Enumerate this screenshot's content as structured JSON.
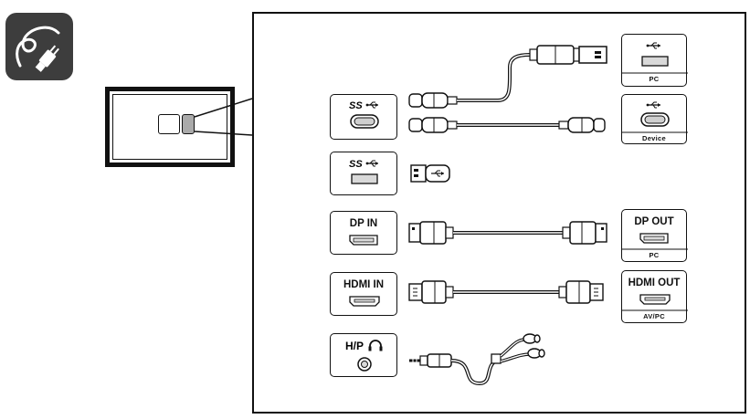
{
  "icons": {
    "cable_badge": "cable-plug-icon",
    "usb": "usb-trident-icon",
    "superspeed_usb": "superspeed-usb-icon",
    "headphone": "headphone-icon"
  },
  "colors": {
    "badge_background": "#3d3d3d",
    "line": "#111111",
    "port_fill": "#d9d9d9"
  },
  "ports": {
    "usb_c_in": {
      "logo": "SS"
    },
    "usb_a_in": {
      "logo": "SS"
    },
    "dp_in": {
      "label": "DP IN"
    },
    "hdmi_in": {
      "label": "HDMI IN"
    },
    "headphone": {
      "label": "H/P"
    }
  },
  "devices": {
    "pc_usb": {
      "sublabel": "PC"
    },
    "device_usbc": {
      "sublabel": "Device"
    },
    "dp_out": {
      "label": "DP OUT",
      "sublabel": "PC"
    },
    "hdmi_out": {
      "label": "HDMI OUT",
      "sublabel": "AV/PC"
    }
  }
}
